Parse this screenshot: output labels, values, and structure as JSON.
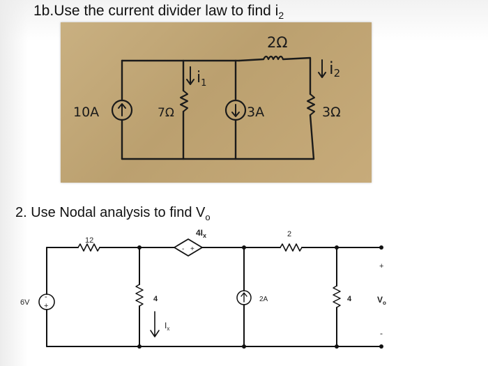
{
  "q1": {
    "title": "1b.Use the current divider law to find i",
    "title_sub": "2",
    "labels": {
      "source_10a": "10A",
      "res_7": "7Ω",
      "i1": "i",
      "i1_sub": "1",
      "source_3a": "3A",
      "res_2": "2Ω",
      "i2": "i",
      "i2_sub": "2",
      "res_3": "3Ω"
    }
  },
  "q2": {
    "title": "2. Use Nodal analysis to find V",
    "title_sub": "o",
    "labels": {
      "res_12": "12",
      "dep_source": "4I",
      "dep_source_sub": "x",
      "res_2": "2",
      "source_6v": "6V",
      "res_4_left": "4",
      "current_ix": "I",
      "current_ix_sub": "x",
      "source_2a": "2A",
      "res_4_right": "4",
      "vo": "V",
      "vo_sub": "o",
      "plus": "+",
      "minus": "-",
      "dep_minus": "-",
      "dep_plus": "+"
    }
  },
  "colors": {
    "paper": "#c4aa79",
    "ink": "#1a1a1a",
    "wire": "#111111"
  }
}
